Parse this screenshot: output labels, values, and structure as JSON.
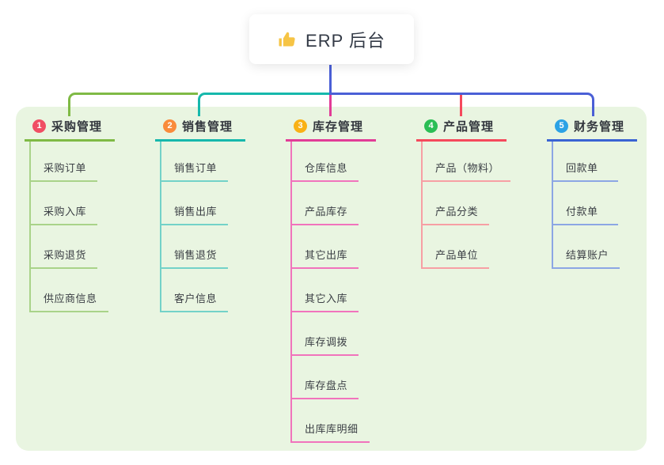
{
  "root": {
    "title": "ERP 后台",
    "icon": "thumbs-up-icon"
  },
  "branches": [
    {
      "number": "1",
      "title": "采购管理",
      "badge_color": "#F04E64",
      "line_color": "#7FBA45",
      "light_color": "#A9D389",
      "children": [
        "采购订单",
        "采购入库",
        "采购退货",
        "供应商信息"
      ]
    },
    {
      "number": "2",
      "title": "销售管理",
      "badge_color": "#F98B3B",
      "line_color": "#16B8AC",
      "light_color": "#73D2C8",
      "children": [
        "销售订单",
        "销售出库",
        "销售退货",
        "客户信息"
      ]
    },
    {
      "number": "3",
      "title": "库存管理",
      "badge_color": "#F9B115",
      "line_color": "#E23C97",
      "light_color": "#F173BC",
      "children": [
        "仓库信息",
        "产品库存",
        "其它出库",
        "其它入库",
        "库存调拨",
        "库存盘点",
        "出库库明细"
      ]
    },
    {
      "number": "4",
      "title": "产品管理",
      "badge_color": "#2BBE55",
      "line_color": "#F5495C",
      "light_color": "#F79FA4",
      "children": [
        "产品（物料）",
        "产品分类",
        "产品单位"
      ]
    },
    {
      "number": "5",
      "title": "财务管理",
      "badge_color": "#2BA2E5",
      "line_color": "#3A63D3",
      "light_color": "#8CA6E4",
      "children": [
        "回款单",
        "付款单",
        "结算账户"
      ]
    }
  ],
  "colors": {
    "root_line": "#4A5FD6",
    "panel_bg": "#E9F5E1",
    "card_bg": "#FFFFFF"
  }
}
